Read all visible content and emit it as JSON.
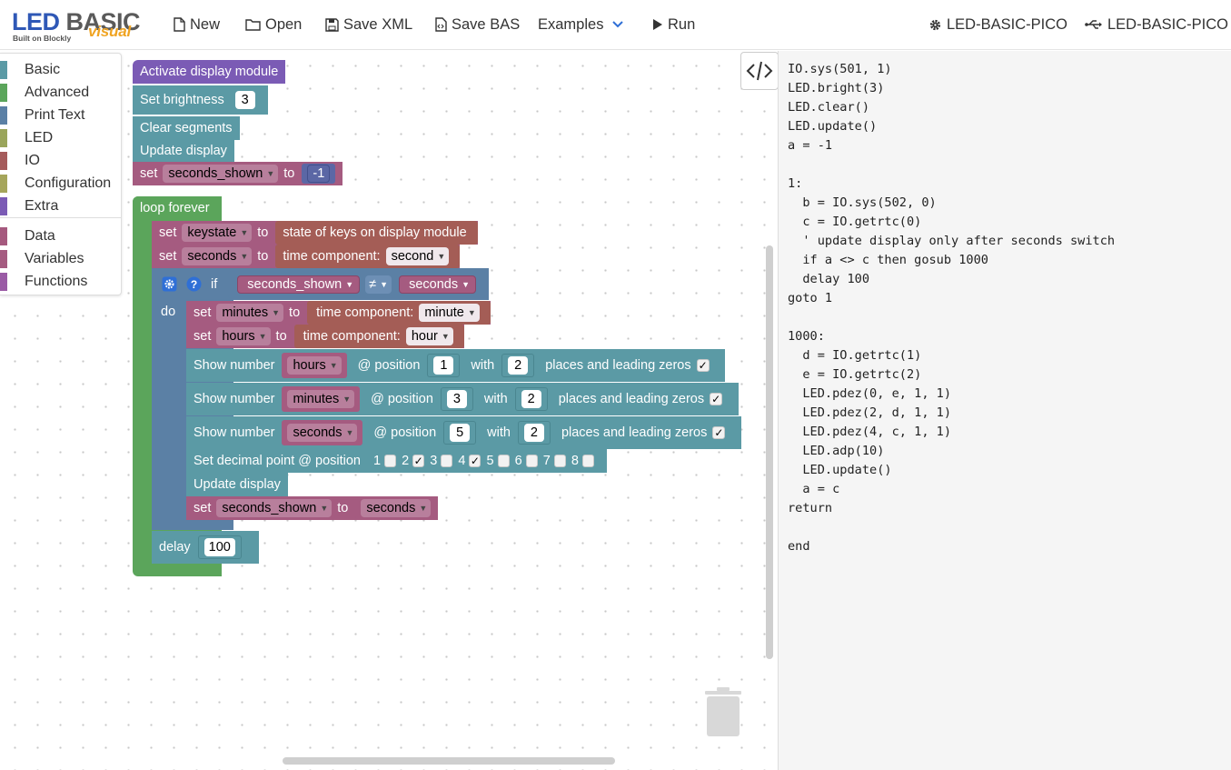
{
  "logo": {
    "led": "LED",
    "basic": "BASIC",
    "visual": "visual",
    "tagline": "Built on Blockly"
  },
  "toolbar": {
    "new": "New",
    "open": "Open",
    "save_xml": "Save XML",
    "save_bas": "Save BAS",
    "examples": "Examples",
    "run": "Run",
    "device_settings": "LED-BASIC-PICO",
    "device_connect": "LED-BASIC-PICO"
  },
  "toolbox": {
    "items": [
      {
        "label": "Basic",
        "color": "#5b9aa5"
      },
      {
        "label": "Advanced",
        "color": "#5ba55b"
      },
      {
        "label": "Print Text",
        "color": "#5b80a5"
      },
      {
        "label": "LED",
        "color": "#9aa55b"
      },
      {
        "label": "IO",
        "color": "#a55b5b"
      },
      {
        "label": "Configuration",
        "color": "#a5a55b"
      },
      {
        "label": "Extra",
        "color": "#7b5bb5"
      },
      {
        "label": "Data",
        "color": "#a5597e"
      },
      {
        "label": "Variables",
        "color": "#a55b80"
      },
      {
        "label": "Functions",
        "color": "#9a5ba5"
      }
    ]
  },
  "blocks": {
    "activate": "Activate display module",
    "set_brightness": "Set brightness",
    "brightness_value": "3",
    "clear_segments": "Clear segments",
    "update_display": "Update display",
    "set_word": "set",
    "to_word": "to",
    "seconds_shown": "seconds_shown",
    "minus_one": "-1",
    "loop_forever": "loop forever",
    "keystate": "keystate",
    "state_of_keys": "state of keys on display module",
    "seconds": "seconds",
    "time_component": "time component:",
    "second": "second",
    "if_word": "if",
    "neq": "≠",
    "do_word": "do",
    "minutes": "minutes",
    "minute": "minute",
    "hours": "hours",
    "hour": "hour",
    "show_number": "Show number",
    "at_position": "@ position",
    "with_word": "with",
    "places_zeros": "places and leading zeros",
    "pos1": "1",
    "pos3": "3",
    "pos5": "5",
    "two": "2",
    "set_decimal": "Set decimal point @ position",
    "dp_labels": [
      "1",
      "2",
      "3",
      "4",
      "5",
      "6",
      "7",
      "8"
    ],
    "delay": "delay",
    "delay_value": "100"
  },
  "code_lines": "IO.sys(501, 1)\nLED.bright(3)\nLED.clear()\nLED.update()\na = -1\n\n1:\n  b = IO.sys(502, 0)\n  c = IO.getrtc(0)\n  ' update display only after seconds switch\n  if a <> c then gosub 1000\n  delay 100\ngoto 1\n\n1000:\n  d = IO.getrtc(1)\n  e = IO.getrtc(2)\n  LED.pdez(0, e, 1, 1)\n  LED.pdez(2, d, 1, 1)\n  LED.pdez(4, c, 1, 1)\n  LED.adp(10)\n  LED.update()\n  a = c\nreturn\n\nend"
}
